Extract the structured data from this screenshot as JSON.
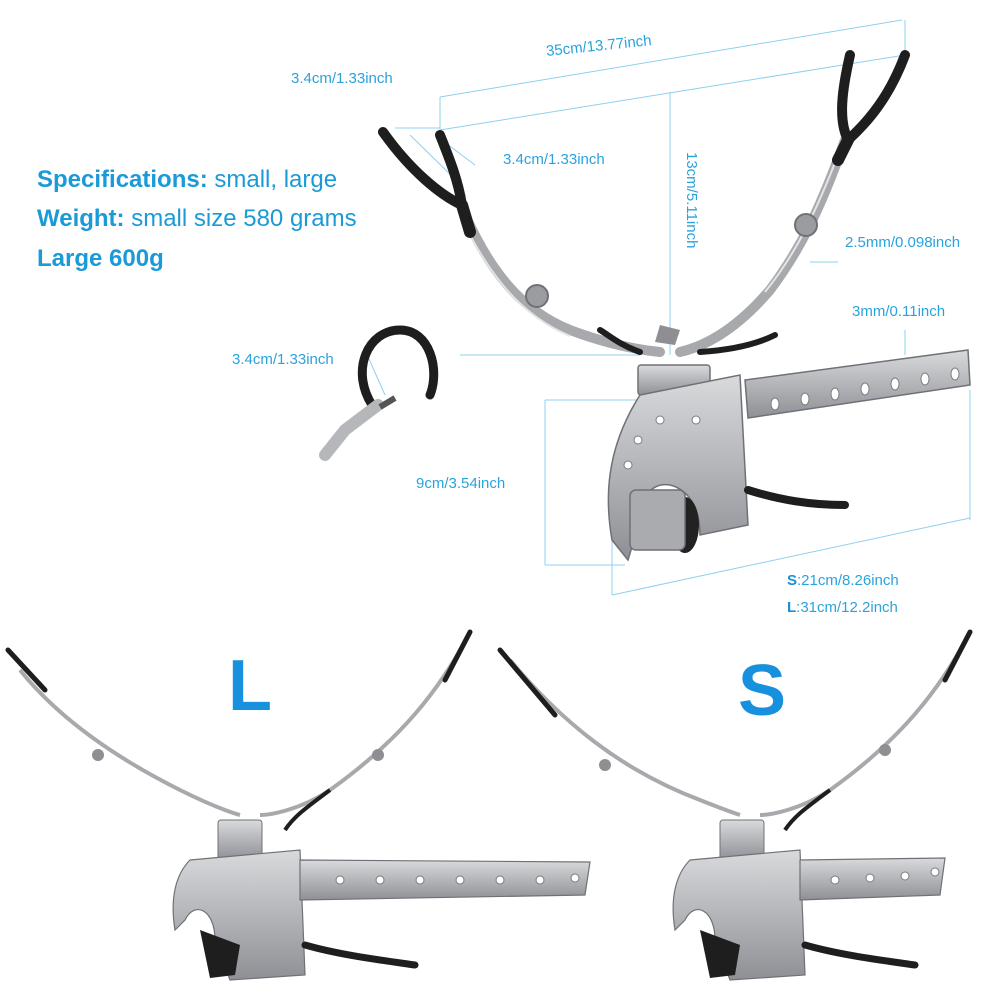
{
  "specs": {
    "specifications_label": "Specifications:",
    "specifications_value": " small, large",
    "weight_label": "Weight:",
    "weight_value": " small size 580 grams",
    "large_line": "Large 600g"
  },
  "dimensions": {
    "fork_gap_top": "3.4cm/1.33inch",
    "width_total": "35cm/13.77inch",
    "fork_gap_inner": "3.4cm/1.33inch",
    "height": "13cm/5.11inch",
    "rod_thickness": "2.5mm/0.098inch",
    "plate_thickness": "3mm/0.11inch",
    "hook_gap": "3.4cm/1.33inch",
    "clamp_height": "9cm/3.54inch",
    "length_small_label": "S",
    "length_small_value": ":21cm/8.26inch",
    "length_large_label": "L",
    "length_large_value": ":31cm/12.2inch"
  },
  "variants": {
    "large_label": "L",
    "small_label": "S"
  },
  "colors": {
    "accent": "#1b9ad8",
    "dimension_line": "#7fc8ea",
    "steel": "#b7b9bd",
    "steel_dark": "#8c8f94",
    "rubber": "#1e1e1e"
  }
}
